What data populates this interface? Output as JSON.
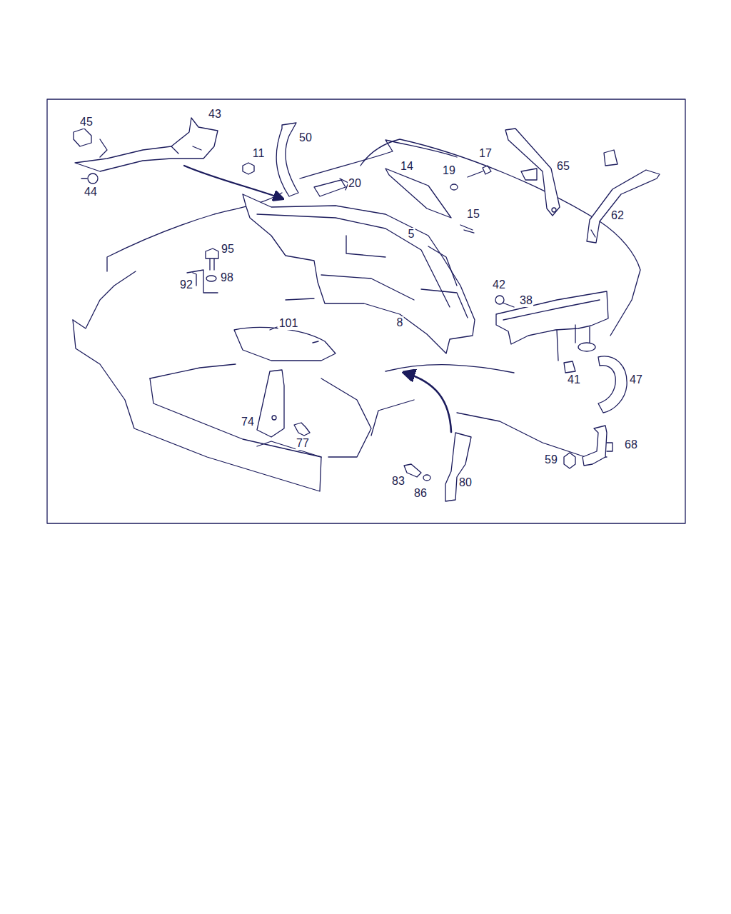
{
  "diagram": {
    "labels": [
      "45",
      "43",
      "50",
      "11",
      "17",
      "14",
      "19",
      "65",
      "20",
      "44",
      "62",
      "15",
      "5",
      "95",
      "98",
      "92",
      "42",
      "38",
      "8",
      "101",
      "41",
      "47",
      "74",
      "77",
      "68",
      "59",
      "83",
      "80",
      "86"
    ]
  }
}
